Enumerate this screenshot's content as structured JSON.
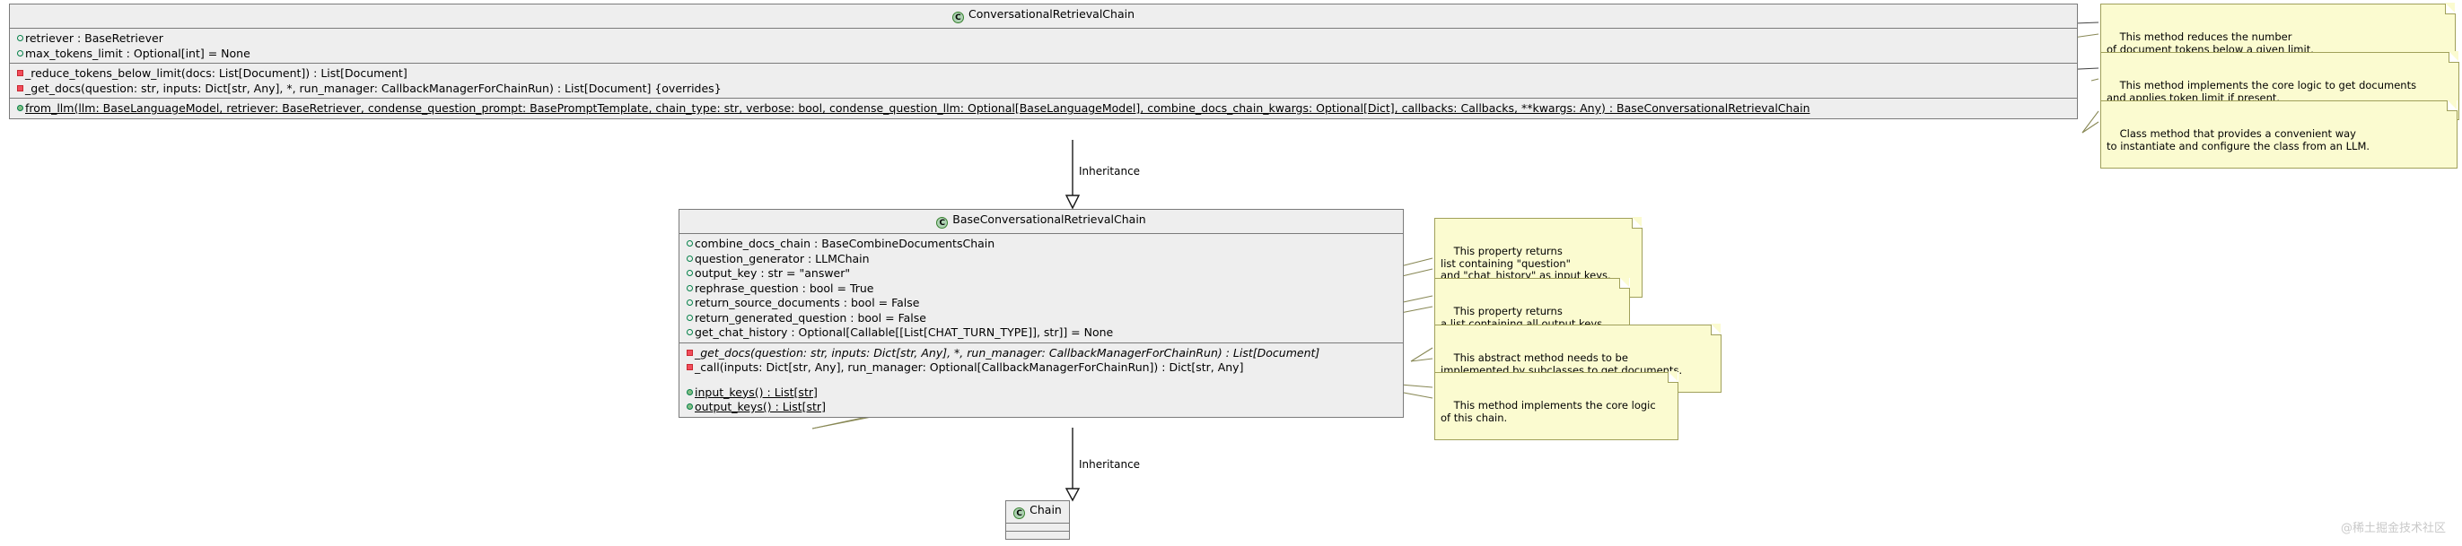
{
  "diagram": {
    "type": "uml-class-diagram",
    "background": "#ffffff",
    "class_fill": "#eeeeee",
    "class_border": "#7a7a7a",
    "note_fill": "#FBFBD0",
    "note_border": "#A0A05A",
    "badge_fill": "#ADD1B2",
    "badge_border": "#38812F"
  },
  "classes": [
    {
      "id": "conversational-retrieval-chain",
      "name": "ConversationalRetrievalChain",
      "badge": "C",
      "attributes": [
        {
          "vis": "protected",
          "text": "retriever : BaseRetriever"
        },
        {
          "vis": "protected",
          "text": "max_tokens_limit : Optional[int] = None"
        }
      ],
      "methods": [
        {
          "vis": "private",
          "text": "_reduce_tokens_below_limit(docs: List[Document]) : List[Document]"
        },
        {
          "vis": "private",
          "text": "_get_docs(question: str, inputs: Dict[str, Any], *, run_manager: CallbackManagerForChainRun) : List[Document] {overrides}"
        }
      ],
      "statics": [
        {
          "vis": "public",
          "text": "from_llm(llm: BaseLanguageModel, retriever: BaseRetriever, condense_question_prompt: BasePromptTemplate, chain_type: str, verbose: bool, condense_question_llm: Optional[BaseLanguageModel], combine_docs_chain_kwargs: Optional[Dict], callbacks: Callbacks, **kwargs: Any) : BaseConversationalRetrievalChain"
        }
      ]
    },
    {
      "id": "base-conversational-retrieval-chain",
      "name": "BaseConversationalRetrievalChain",
      "badge": "C",
      "attributes": [
        {
          "vis": "protected",
          "text": "combine_docs_chain : BaseCombineDocumentsChain"
        },
        {
          "vis": "protected",
          "text": "question_generator : LLMChain"
        },
        {
          "vis": "protected",
          "text": "output_key : str = \"answer\""
        },
        {
          "vis": "protected",
          "text": "rephrase_question : bool = True"
        },
        {
          "vis": "protected",
          "text": "return_source_documents : bool = False"
        },
        {
          "vis": "protected",
          "text": "return_generated_question : bool = False"
        },
        {
          "vis": "protected",
          "text": "get_chat_history : Optional[Callable[[List[CHAT_TURN_TYPE]], str]] = None"
        }
      ],
      "methods": [
        {
          "vis": "private",
          "italic": true,
          "text": "_get_docs(question: str, inputs: Dict[str, Any], *, run_manager: CallbackManagerForChainRun) : List[Document]"
        },
        {
          "vis": "private",
          "italic": false,
          "text": "_call(inputs: Dict[str, Any], run_manager: Optional[CallbackManagerForChainRun]) : Dict[str, Any]"
        }
      ],
      "statics": [
        {
          "vis": "public",
          "underline": true,
          "text": "input_keys() : List[str]"
        },
        {
          "vis": "public",
          "underline": true,
          "text": "output_keys() : List[str]"
        }
      ]
    },
    {
      "id": "chain",
      "name": "Chain",
      "badge": "C",
      "attributes": [],
      "methods": [],
      "statics": []
    }
  ],
  "notes": [
    {
      "id": "note-reduce-tokens",
      "lines": "This method reduces the number\nof document tokens below a given limit."
    },
    {
      "id": "note-get-docs-top",
      "lines": "This method implements the core logic to get documents\nand applies token limit if present."
    },
    {
      "id": "note-from-llm",
      "lines": "Class method that provides a convenient way\nto instantiate and configure the class from an LLM."
    },
    {
      "id": "note-input-keys",
      "lines": "This property returns\nlist containing \"question\"\nand \"chat_history\" as input keys."
    },
    {
      "id": "note-output-keys",
      "lines": "This property returns\na list containing all output keys."
    },
    {
      "id": "note-abstract-get-docs",
      "lines": "This abstract method needs to be\nimplemented by subclasses to get documents."
    },
    {
      "id": "note-call",
      "lines": "This method implements the core logic\nof this chain."
    }
  ],
  "edges": [
    {
      "id": "edge-inheritance-top",
      "label": "Inheritance"
    },
    {
      "id": "edge-inheritance-bottom",
      "label": "Inheritance"
    }
  ],
  "watermark": {
    "text": "@稀土掘金技术社区"
  }
}
